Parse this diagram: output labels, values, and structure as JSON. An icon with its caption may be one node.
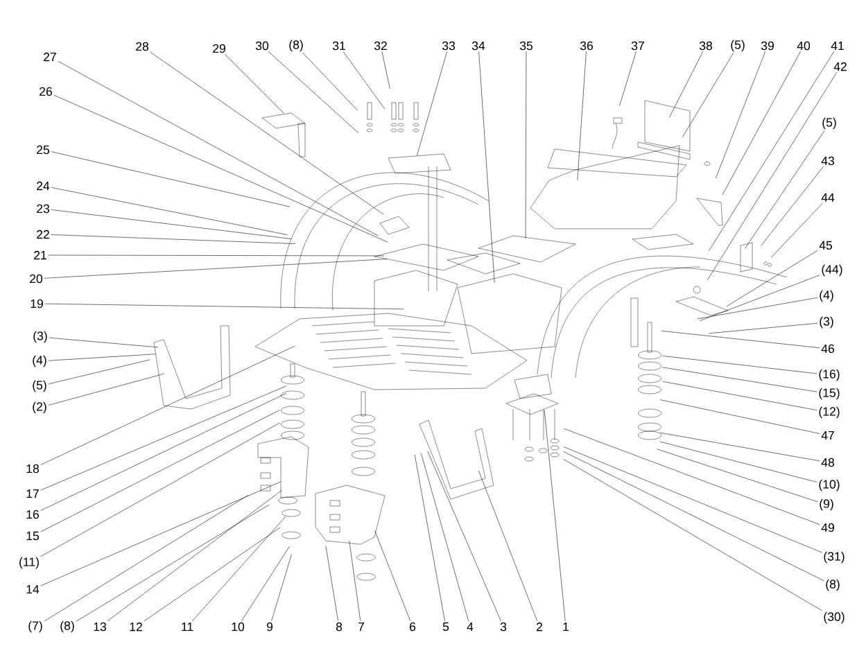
{
  "diagram": {
    "nodes": [
      {
        "text": [
          "28"
        ]
      },
      {
        "text": [
          "29"
        ]
      },
      {
        "text": [
          "30"
        ]
      },
      {
        "text": [
          "(8)"
        ]
      },
      {
        "text": [
          "31"
        ]
      },
      {
        "text": [
          "32"
        ]
      },
      {
        "text": [
          "27"
        ]
      },
      {
        "text": [
          "26"
        ]
      },
      {
        "text": [
          "25"
        ]
      },
      {
        "text": [
          "24"
        ]
      },
      {
        "text": [
          "23"
        ]
      },
      {
        "text": [
          "22"
        ]
      },
      {
        "text": [
          "21"
        ]
      },
      {
        "text": [
          "20"
        ]
      },
      {
        "text": [
          "19"
        ]
      },
      {
        "text": [
          "(3)"
        ]
      },
      {
        "text": [
          "(4)"
        ]
      },
      {
        "text": [
          "(5)"
        ]
      },
      {
        "text": [
          "(2)"
        ]
      },
      {
        "text": [
          "18"
        ]
      },
      {
        "text": [
          "17"
        ]
      },
      {
        "text": [
          "16"
        ]
      },
      {
        "text": [
          "15"
        ]
      },
      {
        "text": [
          "(11)"
        ]
      },
      {
        "text": [
          "14"
        ]
      },
      {
        "text": [
          "(7)"
        ]
      },
      {
        "text": [
          "(8)"
        ]
      },
      {
        "text": [
          "13"
        ]
      },
      {
        "text": [
          "12"
        ]
      },
      {
        "text": [
          "11"
        ]
      },
      {
        "text": [
          "10"
        ]
      },
      {
        "text": [
          "9"
        ]
      },
      {
        "text": [
          "8"
        ]
      },
      {
        "text": [
          "7"
        ]
      },
      {
        "text": [
          "6"
        ]
      },
      {
        "text": [
          "5"
        ]
      },
      {
        "text": [
          "4"
        ]
      },
      {
        "text": [
          "3"
        ]
      },
      {
        "text": [
          "2"
        ]
      },
      {
        "text": [
          "1"
        ]
      },
      {
        "text": [
          "33"
        ]
      },
      {
        "text": [
          "34"
        ]
      },
      {
        "text": [
          "35"
        ]
      },
      {
        "text": [
          "36"
        ]
      },
      {
        "text": [
          "37"
        ]
      },
      {
        "text": [
          "38"
        ]
      },
      {
        "text": [
          "(5)"
        ]
      },
      {
        "text": [
          "39"
        ]
      },
      {
        "text": [
          "40"
        ]
      },
      {
        "text": [
          "41"
        ]
      },
      {
        "text": [
          "42"
        ]
      },
      {
        "text": [
          "(5)"
        ]
      },
      {
        "text": [
          "43"
        ]
      },
      {
        "text": [
          "44"
        ]
      },
      {
        "text": [
          "45"
        ]
      },
      {
        "text": [
          "(44)"
        ]
      },
      {
        "text": [
          "(4)"
        ]
      },
      {
        "text": [
          "(3)"
        ]
      },
      {
        "text": [
          "46"
        ]
      },
      {
        "text": [
          "(16)"
        ]
      },
      {
        "text": [
          "(15)"
        ]
      },
      {
        "text": [
          "(12)"
        ]
      },
      {
        "text": [
          "47"
        ]
      },
      {
        "text": [
          "48"
        ]
      },
      {
        "text": [
          "(10)"
        ]
      },
      {
        "text": [
          "(9)"
        ]
      },
      {
        "text": [
          "49"
        ]
      },
      {
        "text": [
          "(31)"
        ]
      },
      {
        "text": [
          "(8)"
        ]
      },
      {
        "text": [
          "(30)"
        ]
      }
    ],
    "edges": [
      {
        "from": 0,
        "to": null,
        "arrow": "none"
      },
      {
        "from": 1,
        "to": null,
        "arrow": "none"
      },
      {
        "from": 2,
        "to": null,
        "arrow": "none"
      },
      {
        "from": 3,
        "to": null,
        "arrow": "none"
      },
      {
        "from": 4,
        "to": null,
        "arrow": "none"
      },
      {
        "from": 5,
        "to": null,
        "arrow": "none"
      },
      {
        "from": 6,
        "to": null,
        "arrow": "none"
      },
      {
        "from": 7,
        "to": null,
        "arrow": "none"
      },
      {
        "from": 8,
        "to": null,
        "arrow": "none"
      },
      {
        "from": 9,
        "to": null,
        "arrow": "none"
      },
      {
        "from": 10,
        "to": null,
        "arrow": "none"
      },
      {
        "from": 11,
        "to": null,
        "arrow": "none"
      },
      {
        "from": 12,
        "to": null,
        "arrow": "none"
      },
      {
        "from": 13,
        "to": null,
        "arrow": "none"
      },
      {
        "from": 14,
        "to": null,
        "arrow": "none"
      },
      {
        "from": 15,
        "to": null,
        "arrow": "none"
      },
      {
        "from": 16,
        "to": null,
        "arrow": "none"
      },
      {
        "from": 17,
        "to": null,
        "arrow": "none"
      },
      {
        "from": 18,
        "to": null,
        "arrow": "none"
      },
      {
        "from": 19,
        "to": null,
        "arrow": "none"
      },
      {
        "from": 20,
        "to": null,
        "arrow": "none"
      },
      {
        "from": 21,
        "to": null,
        "arrow": "none"
      },
      {
        "from": 22,
        "to": null,
        "arrow": "none"
      },
      {
        "from": 23,
        "to": null,
        "arrow": "none"
      },
      {
        "from": 24,
        "to": null,
        "arrow": "none"
      },
      {
        "from": 25,
        "to": null,
        "arrow": "none"
      },
      {
        "from": 26,
        "to": null,
        "arrow": "none"
      },
      {
        "from": 27,
        "to": null,
        "arrow": "none"
      },
      {
        "from": 28,
        "to": null,
        "arrow": "none"
      },
      {
        "from": 29,
        "to": null,
        "arrow": "none"
      },
      {
        "from": 30,
        "to": null,
        "arrow": "none"
      },
      {
        "from": 31,
        "to": null,
        "arrow": "none"
      },
      {
        "from": 32,
        "to": null,
        "arrow": "none"
      },
      {
        "from": 33,
        "to": null,
        "arrow": "none"
      },
      {
        "from": 34,
        "to": null,
        "arrow": "none"
      },
      {
        "from": 35,
        "to": null,
        "arrow": "none"
      },
      {
        "from": 36,
        "to": null,
        "arrow": "none"
      },
      {
        "from": 37,
        "to": null,
        "arrow": "none"
      },
      {
        "from": 38,
        "to": null,
        "arrow": "none"
      },
      {
        "from": 39,
        "to": null,
        "arrow": "none"
      },
      {
        "from": 40,
        "to": null,
        "arrow": "none"
      },
      {
        "from": 41,
        "to": null,
        "arrow": "none"
      },
      {
        "from": 42,
        "to": null,
        "arrow": "none"
      },
      {
        "from": 43,
        "to": null,
        "arrow": "none"
      },
      {
        "from": 44,
        "to": null,
        "arrow": "none"
      },
      {
        "from": 45,
        "to": null,
        "arrow": "none"
      },
      {
        "from": 46,
        "to": null,
        "arrow": "none"
      },
      {
        "from": 47,
        "to": null,
        "arrow": "none"
      },
      {
        "from": 48,
        "to": null,
        "arrow": "none"
      },
      {
        "from": 49,
        "to": null,
        "arrow": "none"
      },
      {
        "from": 50,
        "to": null,
        "arrow": "none"
      },
      {
        "from": 51,
        "to": null,
        "arrow": "none"
      },
      {
        "from": 52,
        "to": null,
        "arrow": "none"
      },
      {
        "from": 53,
        "to": null,
        "arrow": "none"
      },
      {
        "from": 54,
        "to": null,
        "arrow": "none"
      },
      {
        "from": 55,
        "to": null,
        "arrow": "none"
      },
      {
        "from": 56,
        "to": null,
        "arrow": "none"
      },
      {
        "from": 57,
        "to": null,
        "arrow": "none"
      },
      {
        "from": 58,
        "to": null,
        "arrow": "none"
      },
      {
        "from": 59,
        "to": null,
        "arrow": "none"
      },
      {
        "from": 60,
        "to": null,
        "arrow": "none"
      },
      {
        "from": 61,
        "to": null,
        "arrow": "none"
      },
      {
        "from": 62,
        "to": null,
        "arrow": "none"
      },
      {
        "from": 63,
        "to": null,
        "arrow": "none"
      },
      {
        "from": 64,
        "to": null,
        "arrow": "none"
      },
      {
        "from": 65,
        "to": null,
        "arrow": "none"
      },
      {
        "from": 66,
        "to": null,
        "arrow": "none"
      },
      {
        "from": 67,
        "to": null,
        "arrow": "none"
      },
      {
        "from": 68,
        "to": null,
        "arrow": "none"
      },
      {
        "from": 69,
        "to": null,
        "arrow": "none"
      }
    ]
  }
}
